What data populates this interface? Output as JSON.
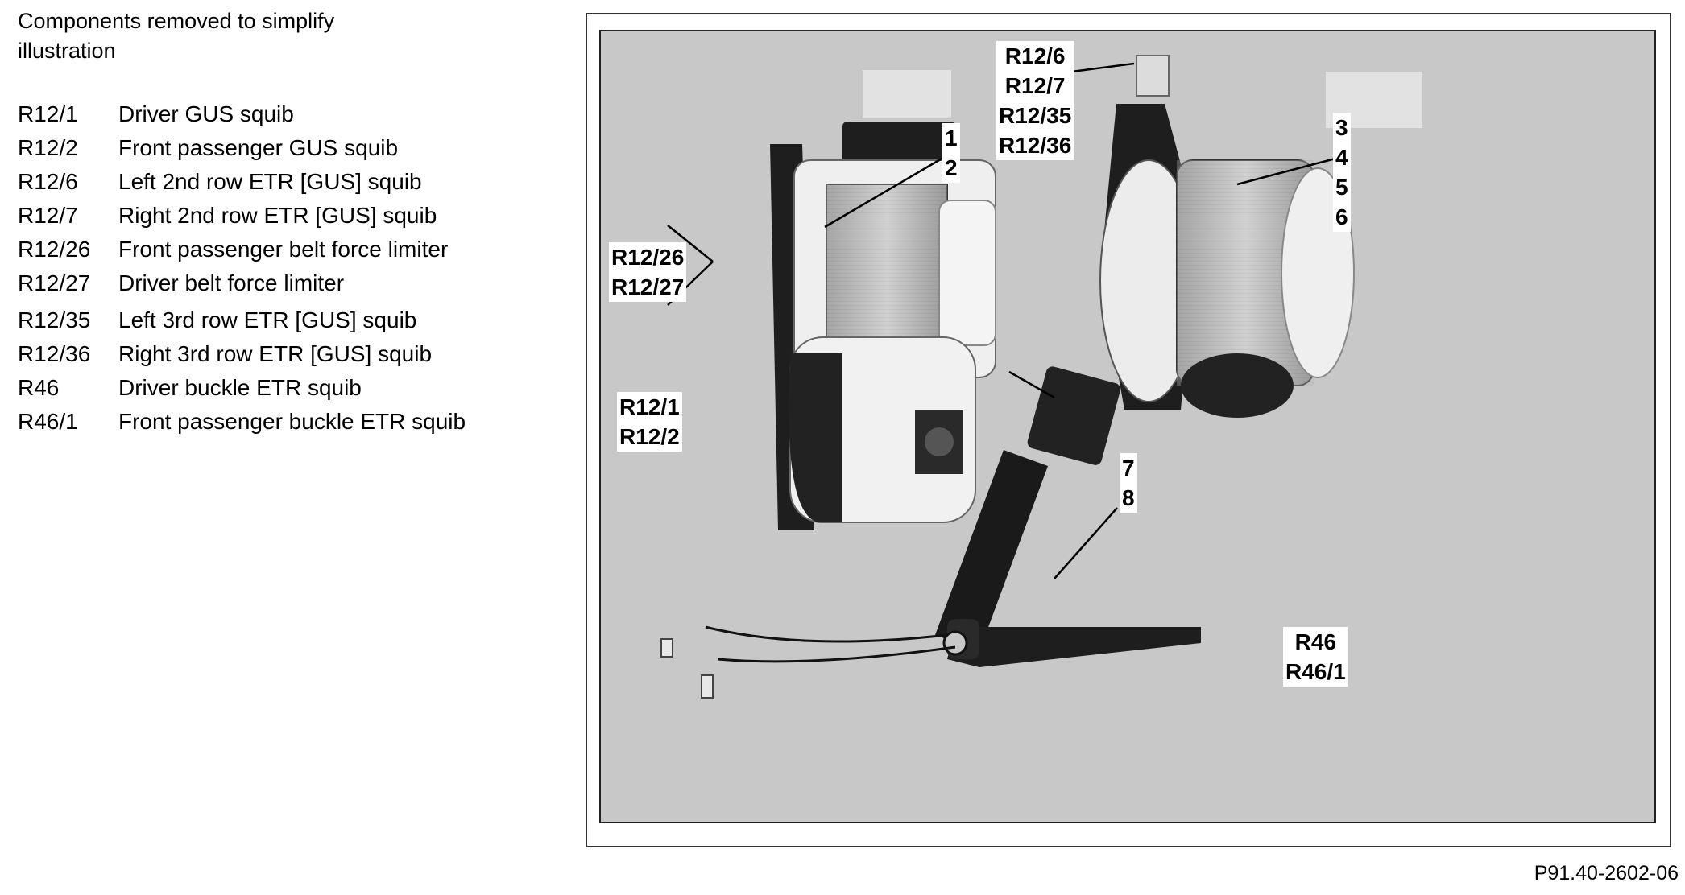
{
  "intro": {
    "line1": "Components removed to simplify",
    "line2": "illustration"
  },
  "legend": [
    {
      "code": "R12/1",
      "desc": "Driver GUS squib"
    },
    {
      "code": "R12/2",
      "desc": "Front passenger GUS squib"
    },
    {
      "code": "R12/6",
      "desc": "Left 2nd row ETR [GUS] squib"
    },
    {
      "code": "R12/7",
      "desc": "Right 2nd row ETR [GUS] squib"
    },
    {
      "code": "R12/26",
      "desc": "Front passenger belt force limiter"
    },
    {
      "code": "R12/27",
      "desc": "Driver belt force limiter"
    },
    {
      "code": "R12/35",
      "desc": "Left 3rd row ETR [GUS] squib"
    },
    {
      "code": "R12/36",
      "desc": "Right 3rd row ETR [GUS] squib"
    },
    {
      "code": "R46",
      "desc": "Driver buckle ETR squib"
    },
    {
      "code": "R46/1",
      "desc": "Front passenger buckle ETR squib"
    }
  ],
  "callouts": {
    "c12": {
      "l1": "1",
      "l2": "2"
    },
    "c3456": {
      "l1": "3",
      "l2": "4",
      "l3": "5",
      "l4": "6"
    },
    "c78": {
      "l1": "7",
      "l2": "8"
    },
    "c_r12_6": {
      "l1": "R12/6",
      "l2": "R12/7",
      "l3": "R12/35",
      "l4": "R12/36"
    },
    "c_r12_26": {
      "l1": "R12/26",
      "l2": "R12/27"
    },
    "c_r12_1": {
      "l1": "R12/1",
      "l2": "R12/2"
    },
    "c_r46": {
      "l1": "R46",
      "l2": "R46/1"
    }
  },
  "figure_ref": "P91.40-2602-06",
  "colors": {
    "photo_background": "#c8c8c8",
    "component_dark": "#1e1e1e",
    "component_light": "#e4e4e4"
  }
}
